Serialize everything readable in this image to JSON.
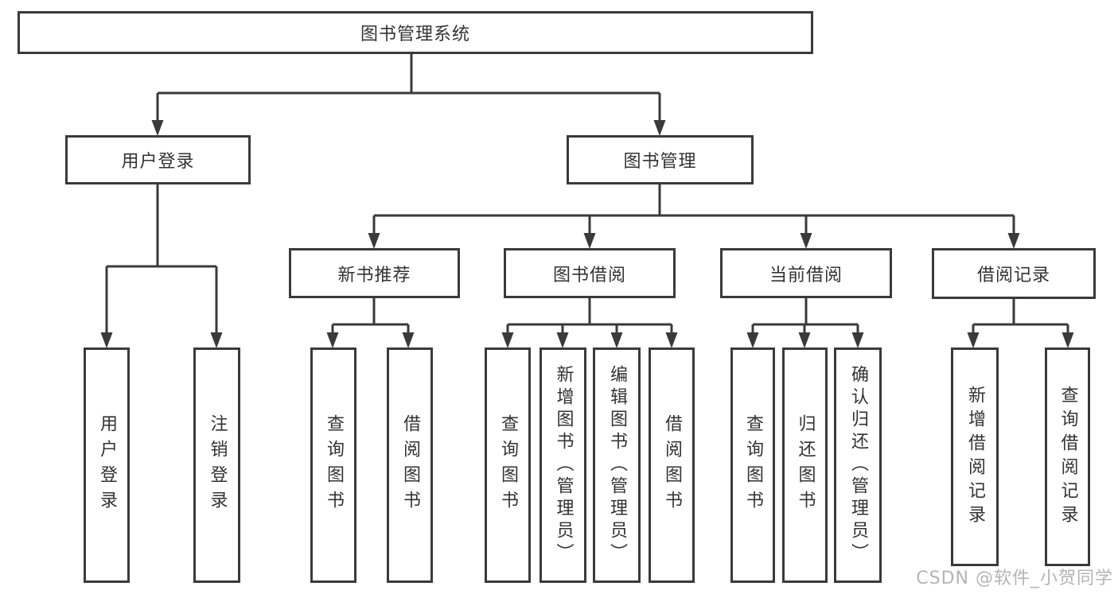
{
  "tree": {
    "label": "图书管理系统",
    "children": [
      {
        "label": "用户登录",
        "children": [
          {
            "label": "用户登录"
          },
          {
            "label": "注销登录"
          }
        ]
      },
      {
        "label": "图书管理",
        "children": [
          {
            "label": "新书推荐",
            "children": [
              {
                "label": "查询图书"
              },
              {
                "label": "借阅图书"
              }
            ]
          },
          {
            "label": "图书借阅",
            "children": [
              {
                "label": "查询图书"
              },
              {
                "label": "新增图书（管理员）"
              },
              {
                "label": "编辑图书（管理员）"
              },
              {
                "label": "借阅图书"
              }
            ]
          },
          {
            "label": "当前借阅",
            "children": [
              {
                "label": "查询图书"
              },
              {
                "label": "归还图书"
              },
              {
                "label": "确认归还（管理员）"
              }
            ]
          },
          {
            "label": "借阅记录",
            "children": [
              {
                "label": "新增借阅记录"
              },
              {
                "label": "查询借阅记录"
              }
            ]
          }
        ]
      }
    ]
  },
  "watermark": {
    "text": "CSDN @软件_小贺同学"
  },
  "colors": {
    "line": "#3a3a3a",
    "box_border": "#3a3a3a",
    "text": "#333333",
    "watermark": "#b4b4b4",
    "background": "#ffffff"
  }
}
